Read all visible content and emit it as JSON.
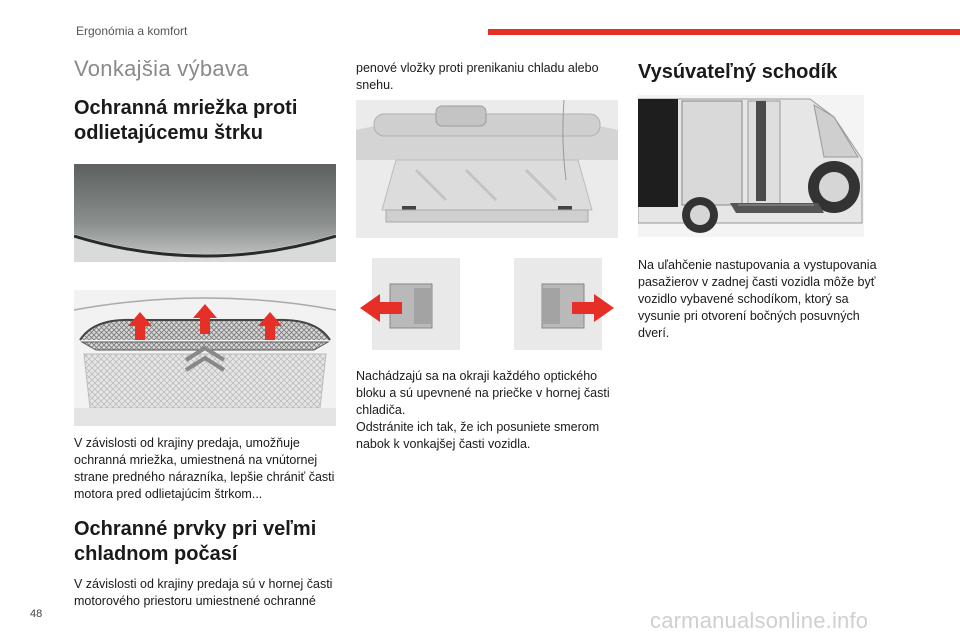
{
  "header": {
    "chapter": "Ergonómia a komfort",
    "accent_color": "#e63027"
  },
  "col1": {
    "section_title": "Vonkajšia výbava",
    "heading1": "Ochranná mriežka proti odlietajúcemu štrku",
    "para1": "V závislosti od krajiny predaja, umožňuje ochranná mriežka, umiestnená na vnútornej strane predného nárazníka, lepšie chrániť časti motora pred odlietajúcim štrkom...",
    "heading2": "Ochranné prvky pri veľmi chladnom počasí",
    "para2": "V závislosti od krajiny predaja sú v hornej časti motorového priestoru umiestnené ochranné"
  },
  "col2": {
    "para_top": "penové vložky proti prenikaniu chladu alebo snehu.",
    "para_bottom": "Nachádzajú sa na okraji každého optického bloku a sú upevnené na priečke v hornej časti chladiča.\nOdstránite ich tak, že ich posuniete smerom nabok k vonkajšej časti vozidla."
  },
  "col3": {
    "heading": "Vysúvateľný schodík",
    "para": "Na uľahčenie nastupovania a vystupovania pasažierov v zadnej časti vozidla môže byť vozidlo vybavené schodíkom, ktorý sa vysunie pri otvorení bočných posuvných dverí."
  },
  "footer": {
    "page_number": "48",
    "watermark": "carmanualsonline.info"
  }
}
